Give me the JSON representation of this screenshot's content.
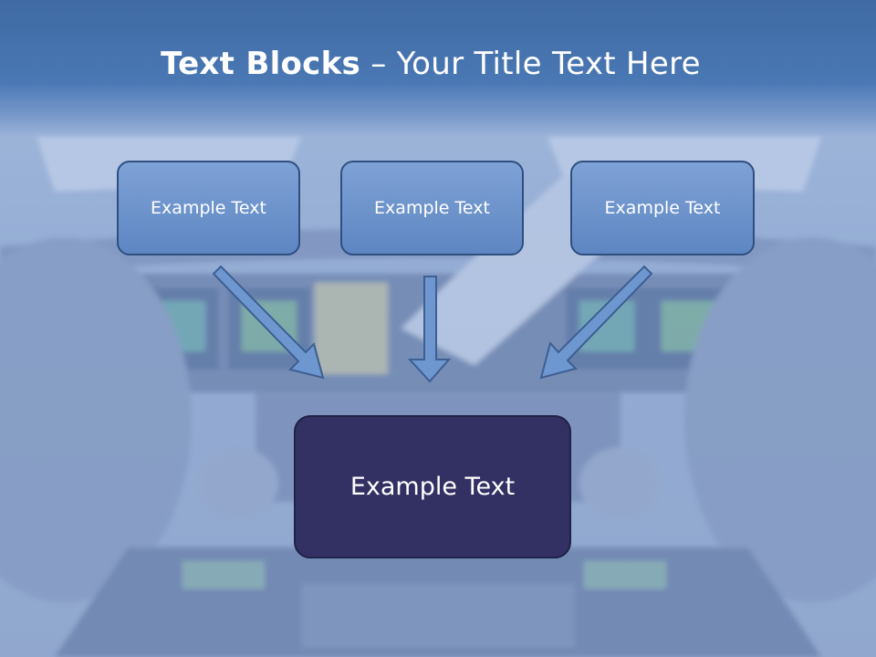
{
  "title": {
    "bold": "Text Blocks",
    "rest": " – Your Title Text Here"
  },
  "blocks": [
    {
      "label": "Example Text"
    },
    {
      "label": "Example Text"
    },
    {
      "label": "Example Text"
    }
  ],
  "main_block": {
    "label": "Example Text"
  },
  "colors": {
    "title_band": "#4a78b4",
    "block_fill": "#6e96cf",
    "main_block_fill": "#333063",
    "arrow_fill": "#6e96cf"
  }
}
